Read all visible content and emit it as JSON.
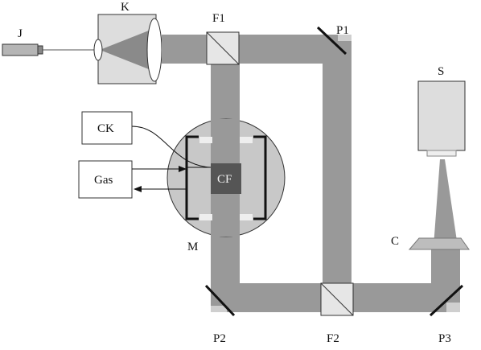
{
  "labels": {
    "laser": "J",
    "expander": "K",
    "splitter1": "F1",
    "mirror1": "P1",
    "splitter2": "F2",
    "mirror2": "P2",
    "mirror3": "P3",
    "sensor": "S",
    "lens": "C",
    "chamber": "M",
    "controller": "CK",
    "gas": "Gas",
    "sample": "CF"
  },
  "colors": {
    "beam": "#999999",
    "chamber_fill": "#c8c8c8",
    "sample_fill": "#555555",
    "device_fill": "#dddddd",
    "window_fill": "#e6e6e6",
    "outline": "#222222"
  }
}
